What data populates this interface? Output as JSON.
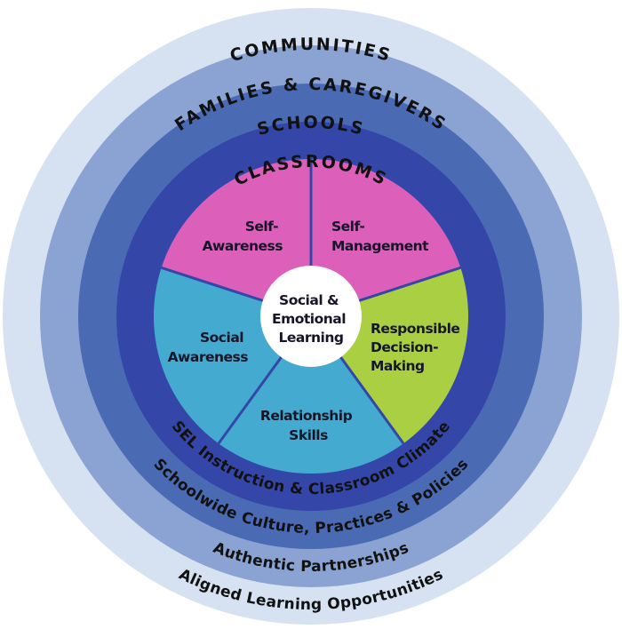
{
  "diagram": {
    "title": "Social & Emotional Learning framework",
    "colors": {
      "communities": "#D6E2F2",
      "families": "#8AA3D2",
      "schools": "#4A6AB4",
      "classrooms": "#3447A8",
      "pink": "#DC5FBA",
      "green": "#AACF42",
      "blue": "#44AACF",
      "divider": "#3447A8",
      "center": "#FFFFFF",
      "text": "#111111"
    },
    "rings": [
      {
        "id": "communities",
        "top_label": "COMMUNITIES",
        "bottom_label": "Aligned Learning Opportunities"
      },
      {
        "id": "families",
        "top_label": "FAMILIES & CAREGIVERS",
        "bottom_label": "Authentic Partnerships"
      },
      {
        "id": "schools",
        "top_label": "SCHOOLS",
        "bottom_label": "Schoolwide Culture, Practices & Policies"
      },
      {
        "id": "classrooms",
        "top_label": "CLASSROOMS",
        "bottom_label": "SEL Instruction & Classroom Climate"
      }
    ],
    "center": {
      "lines": [
        "Social &",
        "Emotional",
        "Learning"
      ]
    },
    "competencies": [
      {
        "id": "self-awareness",
        "lines": [
          "Self-",
          "Awareness"
        ],
        "color": "pink"
      },
      {
        "id": "self-management",
        "lines": [
          "Self-",
          "Management"
        ],
        "color": "pink"
      },
      {
        "id": "responsible-decision-making",
        "lines": [
          "Responsible",
          "Decision-",
          "Making"
        ],
        "color": "green"
      },
      {
        "id": "relationship-skills",
        "lines": [
          "Relationship",
          "Skills"
        ],
        "color": "blue"
      },
      {
        "id": "social-awareness",
        "lines": [
          "Social",
          "Awareness"
        ],
        "color": "blue"
      }
    ]
  }
}
